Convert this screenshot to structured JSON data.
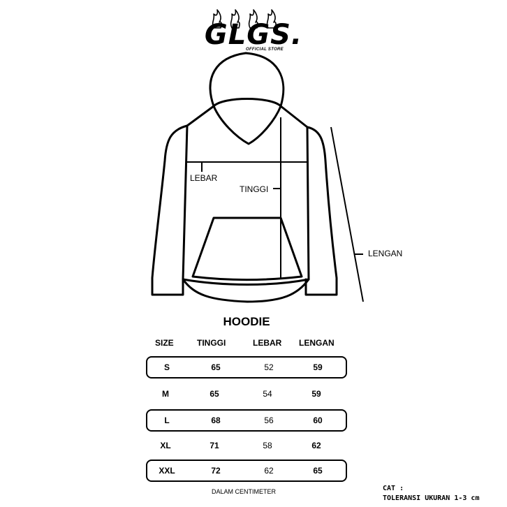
{
  "brand": {
    "name": "GLGS.",
    "tagline": "OFFICIAL STORE"
  },
  "diagram": {
    "lebar": "LEBAR",
    "tinggi": "TINGGI",
    "lengan": "LENGAN"
  },
  "title": "HOODIE",
  "table": {
    "headers": {
      "size": "SIZE",
      "tinggi": "TINGGI",
      "lebar": "LEBAR",
      "lengan": "LENGAN"
    },
    "rows": [
      {
        "size": "S",
        "tinggi": "65",
        "lebar": "52",
        "lengan": "59"
      },
      {
        "size": "M",
        "tinggi": "65",
        "lebar": "54",
        "lengan": "59"
      },
      {
        "size": "L",
        "tinggi": "68",
        "lebar": "56",
        "lengan": "60"
      },
      {
        "size": "XL",
        "tinggi": "71",
        "lebar": "58",
        "lengan": "62"
      },
      {
        "size": "XXL",
        "tinggi": "72",
        "lebar": "62",
        "lengan": "65"
      }
    ]
  },
  "footnote": "DALAM CENTIMETER",
  "note": {
    "label": "CAT :",
    "text": "TOLERANSI UKURAN 1-3 cm"
  }
}
